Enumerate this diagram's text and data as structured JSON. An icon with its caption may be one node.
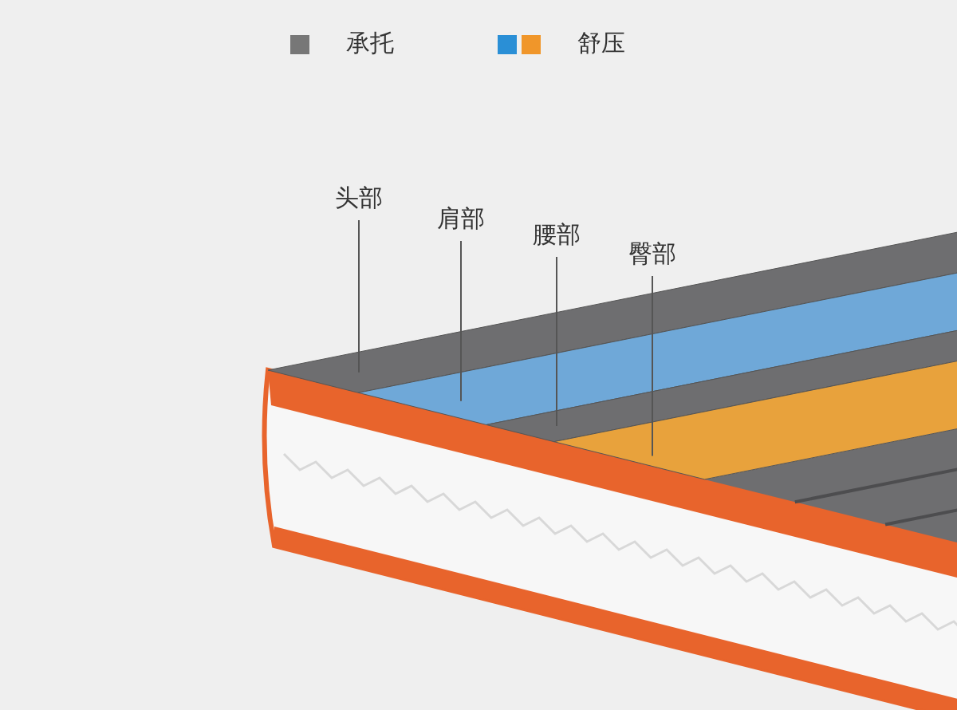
{
  "diagram": {
    "nodes": [
      {
        "text": [
          "头部"
        ]
      },
      {
        "text": [
          "肩部"
        ]
      },
      {
        "text": [
          "腰部"
        ]
      },
      {
        "text": [
          "臀部"
        ]
      },
      {
        "text": [],
        "shape": "bar"
      },
      {
        "text": [],
        "shape": "bar"
      },
      {
        "text": [],
        "shape": "bar"
      },
      {
        "text": [],
        "shape": "bar"
      }
    ],
    "edges": [
      {
        "from": 0,
        "to": 4,
        "arrow": "none"
      },
      {
        "from": 1,
        "to": 5,
        "arrow": "none"
      },
      {
        "from": 2,
        "to": 6,
        "arrow": "none"
      },
      {
        "from": 3,
        "to": 7,
        "arrow": "none"
      }
    ],
    "legend": [
      {
        "text": "承托",
        "color": "#777777"
      },
      {
        "text": "舒压"
      }
    ]
  }
}
